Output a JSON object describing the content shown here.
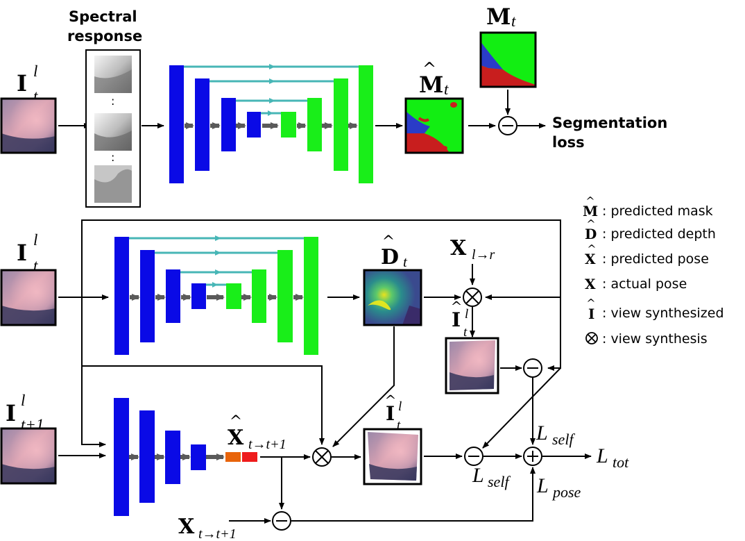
{
  "labels": {
    "spectral": [
      "Spectral",
      "response"
    ],
    "seg_loss": [
      "Segmentation",
      "loss"
    ],
    "dots": ":"
  },
  "math": {
    "I": "I",
    "M": "M",
    "D": "D",
    "X": "X",
    "t": "t",
    "l": "l",
    "t1": "t+1",
    "t_to_t1": "t→t+1",
    "l_to_r": "l→r",
    "L": "L",
    "self": "self",
    "pose": "pose",
    "tot": "tot"
  },
  "legend": [
    {
      "symbol": "M̂",
      "text": ": predicted mask"
    },
    {
      "symbol": "D̂",
      "text": ": predicted depth"
    },
    {
      "symbol": "X̂",
      "text": ": predicted pose"
    },
    {
      "symbol": "X",
      "text": ": actual pose"
    },
    {
      "symbol": "Î",
      "text": ": view synthesized"
    },
    {
      "symbol": "⊗",
      "text": ": view synthesis"
    }
  ],
  "colors": {
    "encoder": "#0a0ae6",
    "decoder": "#19ee19",
    "skip": "#47b6b6",
    "arrow_gray": "#5a5a5a",
    "mask_green": "#12ee12",
    "mask_red": "#c81e1e",
    "mask_blue": "#2a3cc8",
    "pose_orange": "#e8640a",
    "pose_red": "#ee1c1c"
  }
}
